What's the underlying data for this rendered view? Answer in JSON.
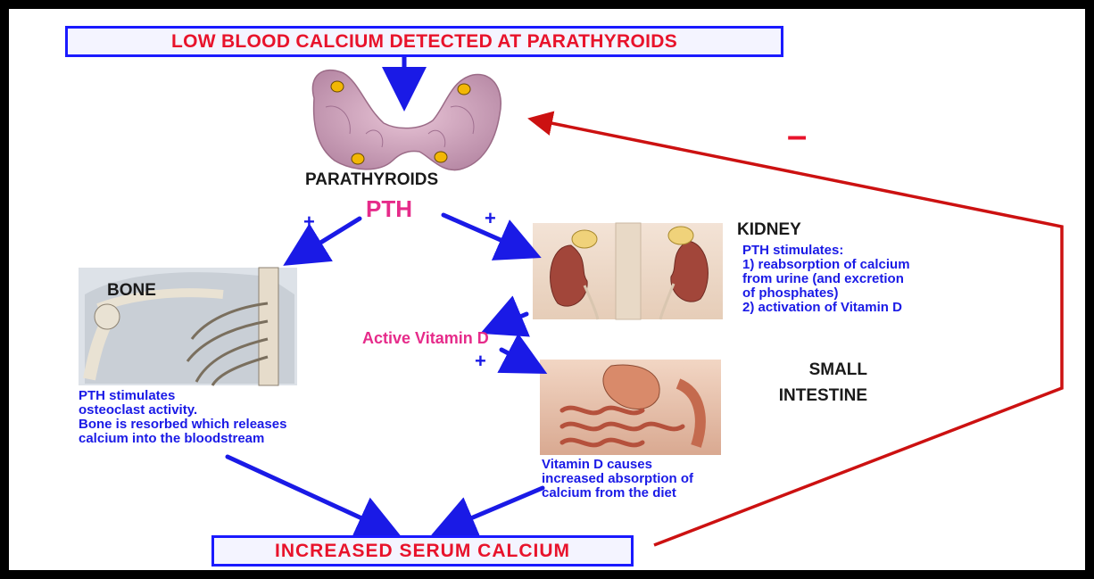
{
  "top_box": "LOW BLOOD CALCIUM DETECTED AT PARATHYROIDS",
  "bottom_box": "INCREASED SERUM CALCIUM",
  "parathyroids_label": "PARATHYROIDS",
  "pth_label": "PTH",
  "bone_label": "BONE",
  "kidney_label": "KIDNEY",
  "small_intestine_label": "SMALL\nINTESTINE",
  "active_vitamin_d": "Active Vitamin D",
  "kidney_text": "PTH stimulates:\n1) reabsorption of calcium\nfrom urine (and excretion\nof phosphates)\n2) activation of Vitamin D",
  "bone_text": "PTH stimulates\nosteoclast activity.\nBone is resorbed which releases\ncalcium into the bloodstream",
  "intestine_text": "Vitamin D causes\nincreased absorption of\ncalcium from the diet",
  "plus_sign": "+",
  "minus_sign": "–",
  "colors": {
    "blue": "#1a1ae6",
    "red": "#e8132b",
    "pink": "#e62b8a",
    "feedback": "#cc1111"
  }
}
